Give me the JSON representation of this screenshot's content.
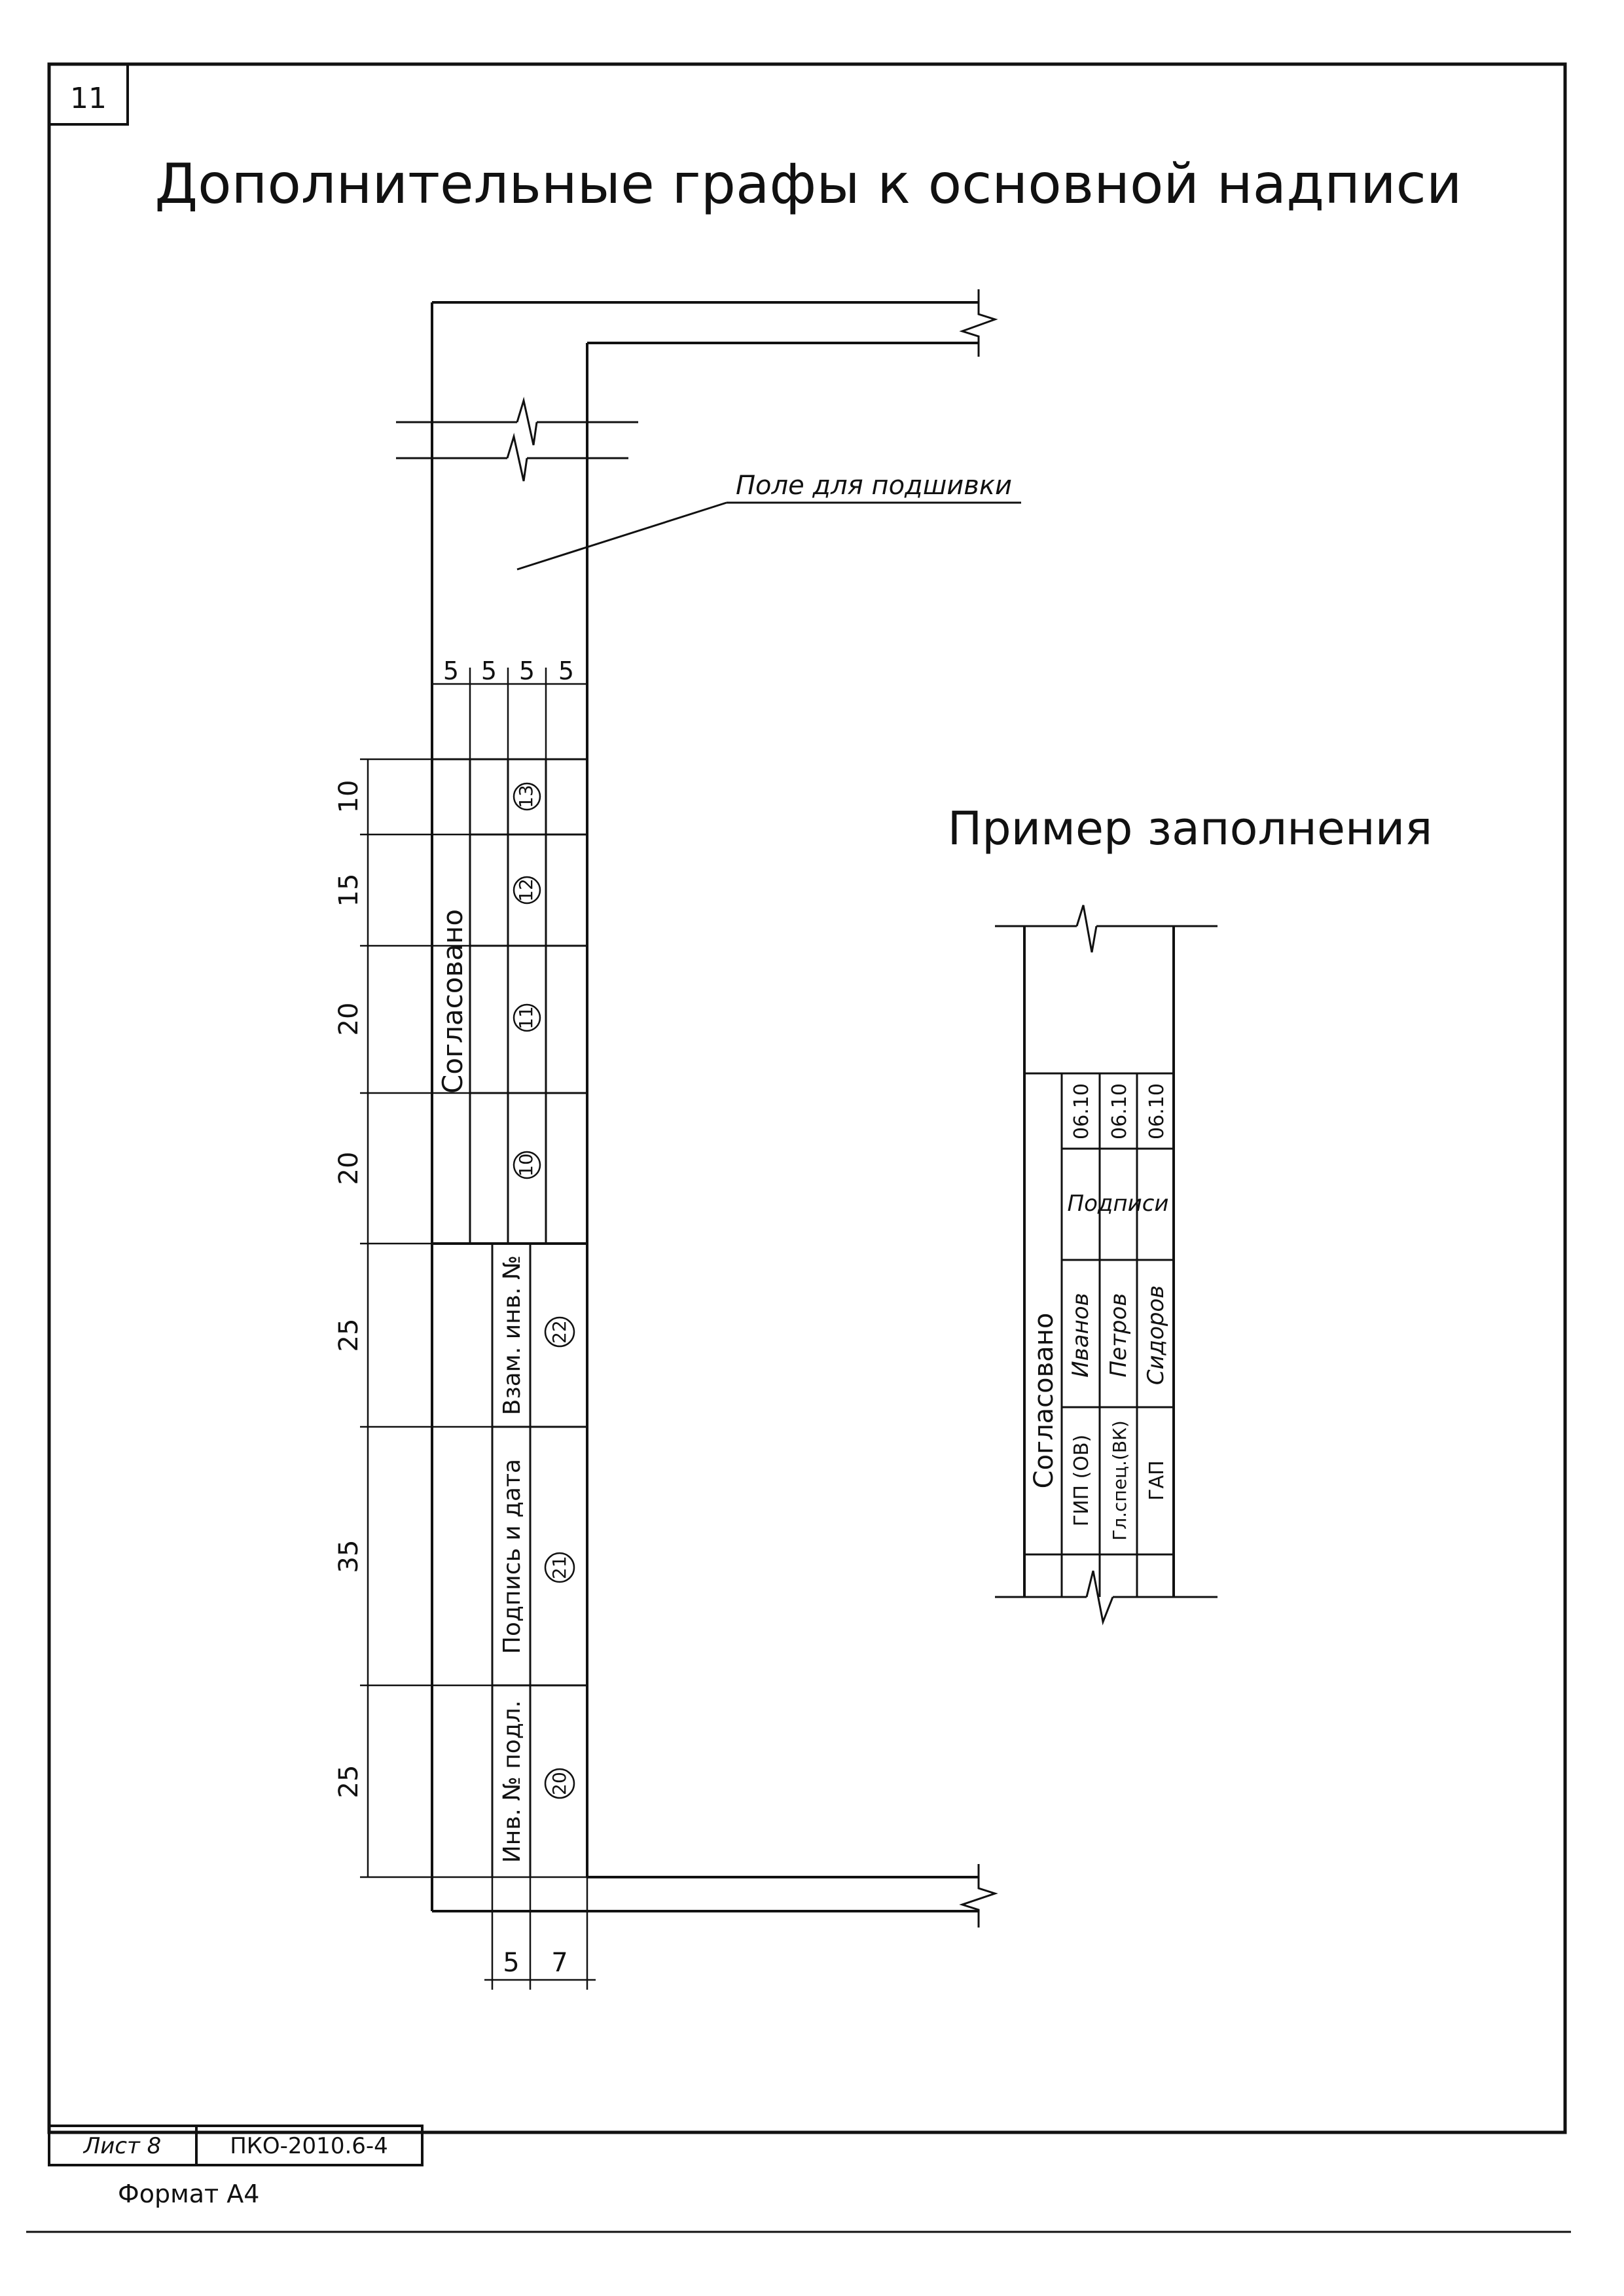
{
  "sheet_number": "11",
  "title": "Дополнительные графы к основной надписи",
  "binding_field_label": "Поле для подшивки",
  "top_dimensions": [
    "5",
    "5",
    "5",
    "5"
  ],
  "left_dimensions": [
    "10",
    "15",
    "20",
    "20",
    "25",
    "35",
    "25"
  ],
  "bottom_dimensions": [
    "5",
    "7"
  ],
  "agreed_label": "Согласовано",
  "circled_fields": [
    "13",
    "12",
    "11",
    "10",
    "22",
    "21",
    "20"
  ],
  "column_labels": {
    "replacement_inv": "Взам. инв. №",
    "signature_date": "Подпись и дата",
    "original_inv": "Инв. № подл."
  },
  "example": {
    "heading": "Пример заполнения",
    "agreed_label": "Согласовано",
    "dates": [
      "06.10",
      "06.10",
      "06.10"
    ],
    "signatures_label": "Подписи",
    "names": [
      "Иванов",
      "Петров",
      "Сидоров"
    ],
    "positions": [
      "ГИП (ОВ)",
      "Гл.спец.(ВК)",
      "ГАП"
    ]
  },
  "footer": {
    "sheet_label": "Лист 8",
    "doc_code": "ПКО-2010.6-4",
    "format_label": "Формат А4"
  }
}
